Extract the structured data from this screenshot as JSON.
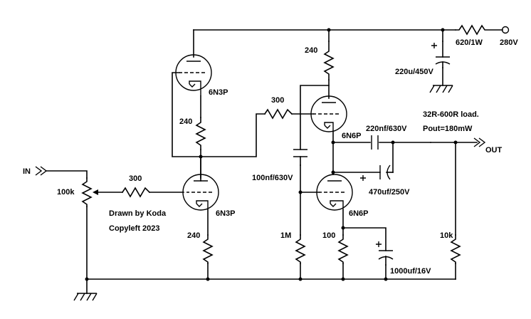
{
  "labels": {
    "input": "IN",
    "output": "OUT",
    "supply": "280V",
    "credit_author": "Drawn by Koda",
    "credit_copy": "Copyleft 2023",
    "load_note": "32R-600R load.",
    "power_note": "Pout=180mW"
  },
  "components": {
    "r_supply": "620/1W",
    "c_supply": "220u/450V",
    "r_top_bias": "240",
    "r_grid_upper": "300",
    "r_feedback": "240",
    "r_input": "300",
    "pot": "100k",
    "r_cathode_v1": "240",
    "c_coupling_top": "220nf/630V",
    "c_bootstrap": "100nf/630V",
    "c_electrolytic": "470uf/250V",
    "r_grid_leak": "1M",
    "r_cathode_v4": "100",
    "c_cathode": "1000uf/16V",
    "r_output": "10k"
  },
  "tubes": {
    "v1": "6N3P",
    "v2": "6N3P",
    "v3": "6N6P",
    "v4": "6N6P"
  }
}
